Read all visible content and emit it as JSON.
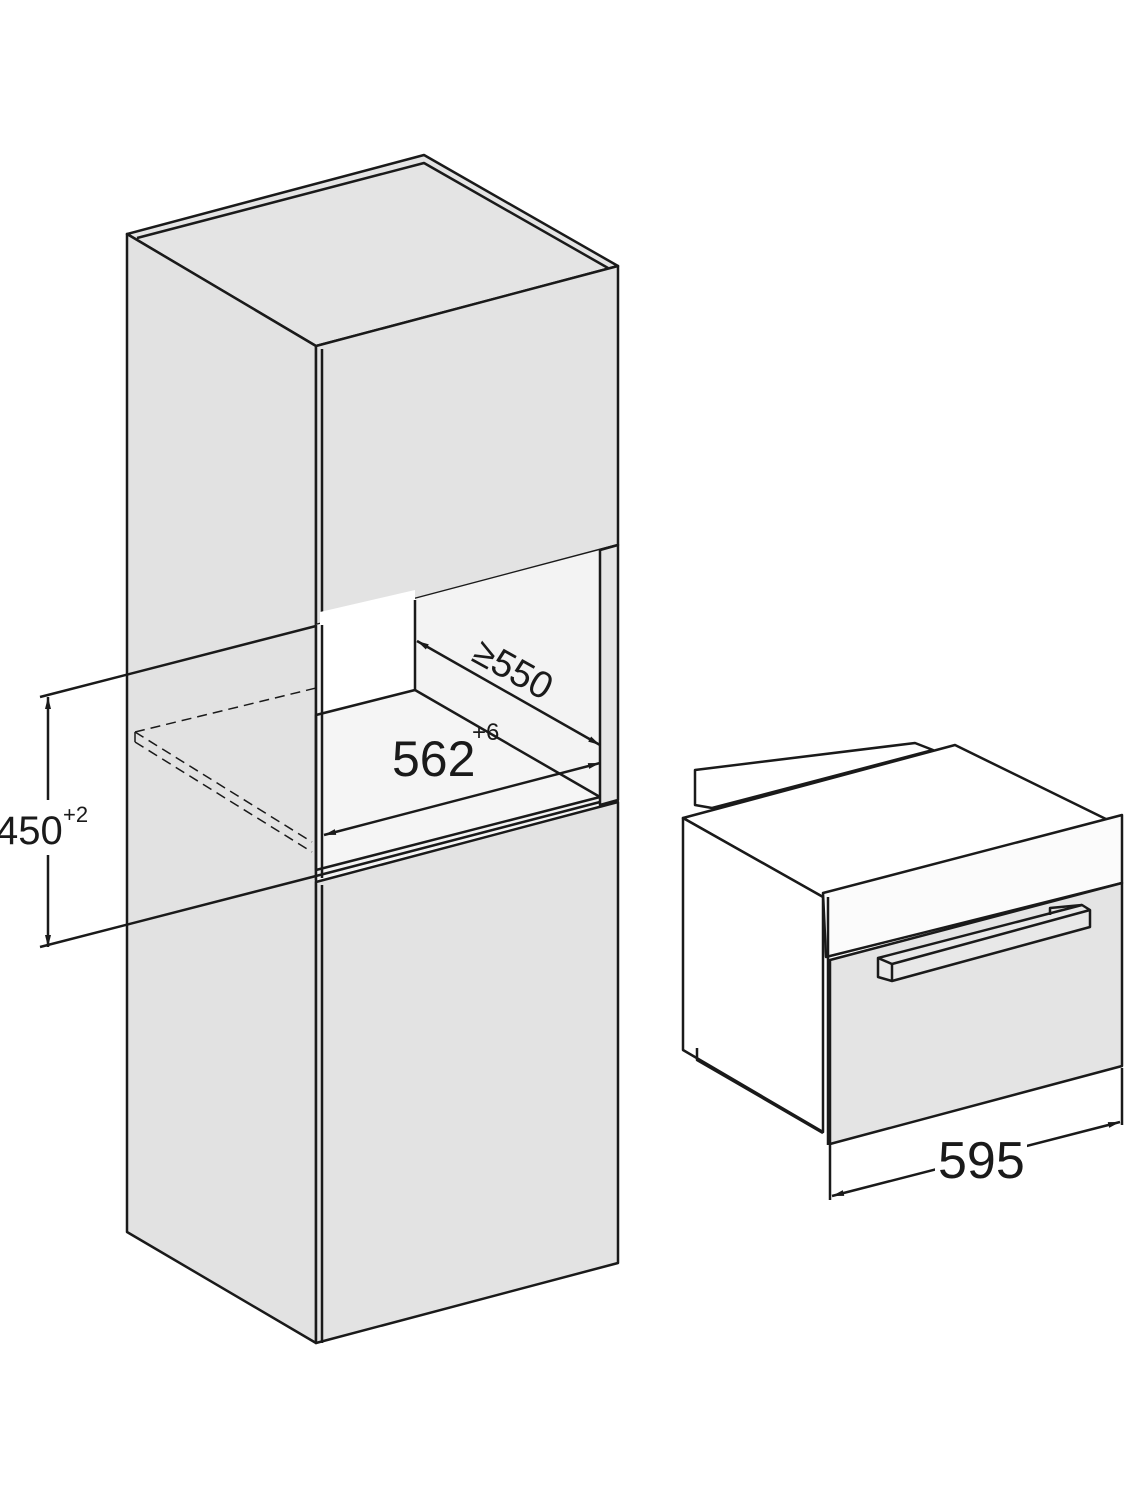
{
  "title": "Built-in oven niche installation dimensions",
  "dimensions": {
    "niche_height": "450",
    "niche_height_tolerance": "+2",
    "niche_width": "562",
    "niche_width_tolerance": "+6",
    "niche_depth": "≥550",
    "appliance_width": "595"
  },
  "colors": {
    "line": "#1a1a1a",
    "panel": "#e3e3e3",
    "niche_interior": "#f3f3f3",
    "background": "#ffffff"
  }
}
